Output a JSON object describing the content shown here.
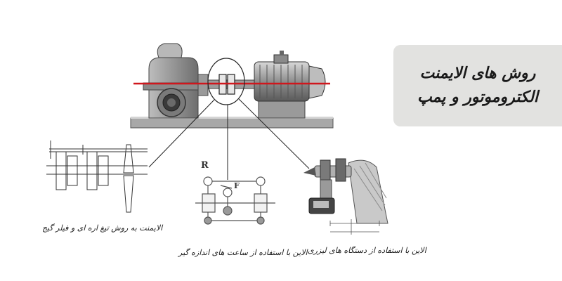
{
  "title": {
    "line1": "روش های الایمنت",
    "line2": "الکتروموتور و پمپ"
  },
  "captions": {
    "straightedge": "الایمنت به روش تیغ اره ای و فیلر گیج",
    "dial_indicator": "الاین با استفاده از ساعت های اندازه گیر",
    "laser": "الاین با استفاده از دستگاه های لیزری"
  },
  "labels": {
    "r": "R",
    "f": "F"
  },
  "colors": {
    "laser_line": "#d0161c",
    "panel_bg": "#e2e2e0",
    "machine_gray": "#9a9a9a",
    "base_plate": "#a8a8a8"
  }
}
